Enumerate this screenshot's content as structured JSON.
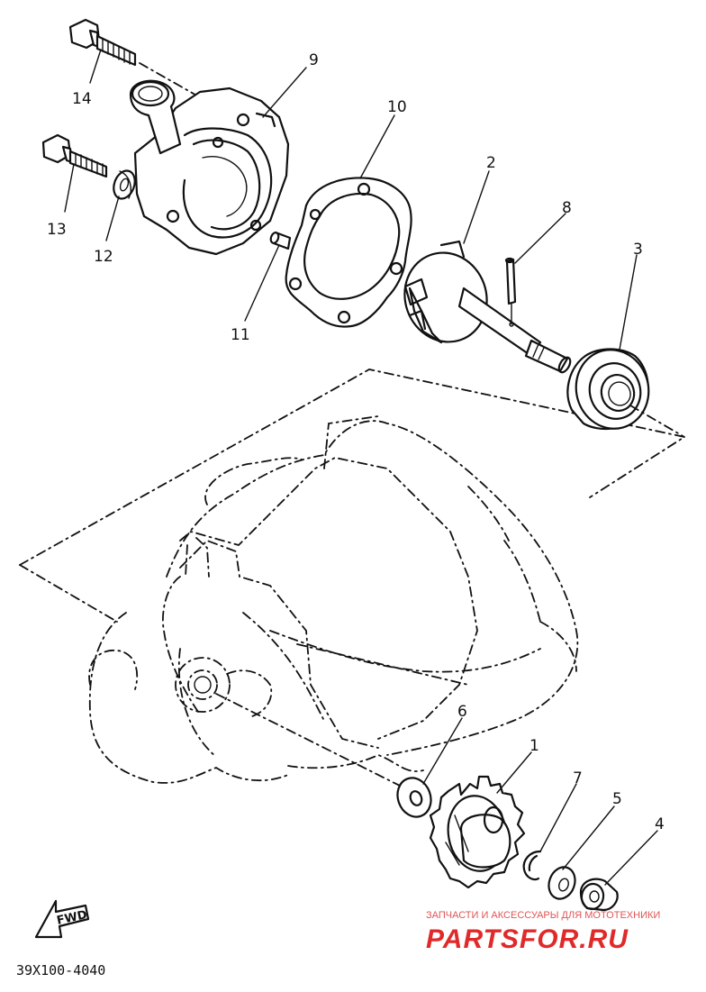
{
  "diagram_code": "39X100-4040",
  "fwd_label": "FWD",
  "watermark": {
    "caption": "ЗАПЧАСТИ И АКСЕССУАРЫ ДЛЯ МОТОТЕХНИКИ",
    "brand": "PARTSFOR.RU"
  },
  "callouts": [
    "1",
    "2",
    "3",
    "4",
    "5",
    "6",
    "7",
    "8",
    "9",
    "10",
    "11",
    "12",
    "13",
    "14"
  ]
}
